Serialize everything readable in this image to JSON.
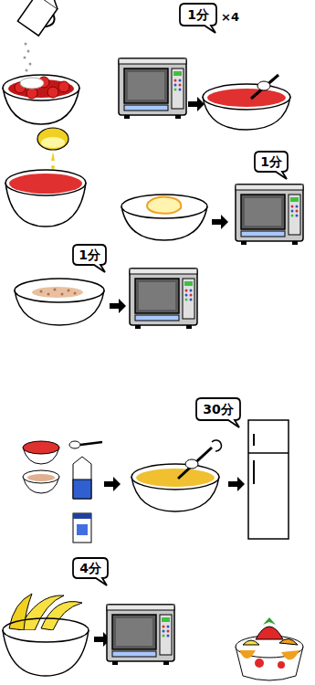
{
  "diagram": {
    "nodes": [
      {
        "text": [
          "1分"
        ]
      },
      {
        "text": [
          "1分"
        ]
      },
      {
        "text": [
          "1分"
        ]
      },
      {
        "text": [
          "30分"
        ]
      },
      {
        "text": [
          "4分"
        ]
      }
    ],
    "labels": [
      "×4"
    ]
  }
}
